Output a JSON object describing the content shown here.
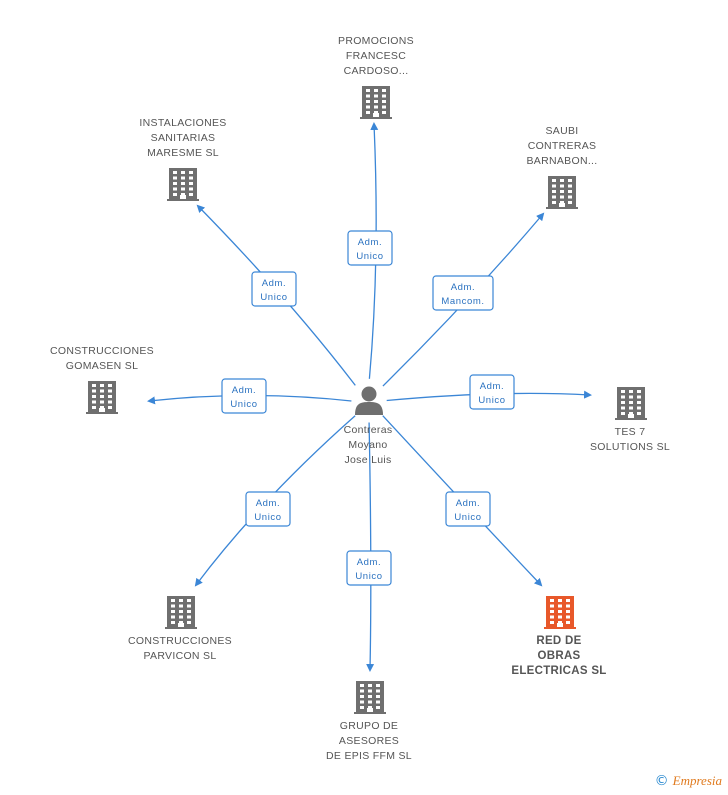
{
  "center": {
    "name_lines": [
      "Contreras",
      "Moyano",
      "Jose Luis"
    ],
    "icon": "person-icon"
  },
  "companies": [
    {
      "id": "promocions",
      "lines": [
        "PROMOCIONS",
        "FRANCESC",
        "CARDOSO..."
      ],
      "role": [
        "Adm.",
        "Unico"
      ],
      "highlight": false
    },
    {
      "id": "instalaciones",
      "lines": [
        "INSTALACIONES",
        "SANITARIAS",
        "MARESME SL"
      ],
      "role": [
        "Adm.",
        "Unico"
      ],
      "highlight": false
    },
    {
      "id": "saubi",
      "lines": [
        "SAUBI",
        "CONTRERAS",
        "BARNABON..."
      ],
      "role": [
        "Adm.",
        "Mancom."
      ],
      "highlight": false
    },
    {
      "id": "gomasen",
      "lines": [
        "CONSTRUCCIONES",
        "GOMASEN SL"
      ],
      "role": [
        "Adm.",
        "Unico"
      ],
      "highlight": false
    },
    {
      "id": "tes7",
      "lines": [
        "TES 7",
        "SOLUTIONS SL"
      ],
      "role": [
        "Adm.",
        "Unico"
      ],
      "highlight": false
    },
    {
      "id": "parvicon",
      "lines": [
        "CONSTRUCCIONES",
        "PARVICON SL"
      ],
      "role": [
        "Adm.",
        "Unico"
      ],
      "highlight": false
    },
    {
      "id": "grupo",
      "lines": [
        "GRUPO DE",
        "ASESORES",
        "DE EPIS FFM SL"
      ],
      "role": [
        "Adm.",
        "Unico"
      ],
      "highlight": false
    },
    {
      "id": "red",
      "lines": [
        "RED DE",
        "OBRAS",
        "ELECTRICAS SL"
      ],
      "role": [
        "Adm.",
        "Unico"
      ],
      "highlight": true
    }
  ],
  "colors": {
    "edge": "#3b86d6",
    "building": "#6f6f6f",
    "building_highlight": "#e8582a",
    "person": "#6f6f6f"
  },
  "footer": {
    "copyright": "©",
    "brand": "Empresia"
  }
}
